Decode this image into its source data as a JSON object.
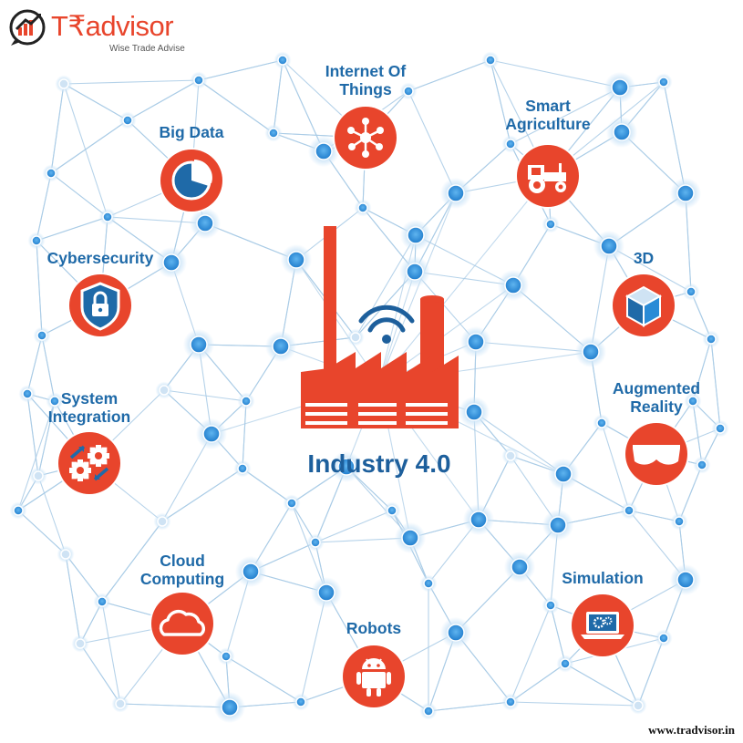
{
  "brand": {
    "name_symbol": "₹",
    "name_rest": "advisor",
    "name_prefix": "T",
    "tagline": "Wise Trade Advise",
    "website": "www.tradvisor.in"
  },
  "center": {
    "title": "Industry 4.0",
    "icon": "factory-with-wifi-icon"
  },
  "topics": [
    {
      "key": "iot",
      "lines": [
        "Internet Of",
        "Things"
      ],
      "icon": "network-hub-icon"
    },
    {
      "key": "big-data",
      "lines": [
        "Big Data"
      ],
      "icon": "pie-chart-icon"
    },
    {
      "key": "smart-agriculture",
      "lines": [
        "Smart",
        "Agriculture"
      ],
      "icon": "tractor-icon"
    },
    {
      "key": "cybersecurity",
      "lines": [
        "Cybersecurity"
      ],
      "icon": "shield-lock-icon"
    },
    {
      "key": "3d",
      "lines": [
        "3D"
      ],
      "icon": "cube-icon"
    },
    {
      "key": "system-integration",
      "lines": [
        "System",
        "Integration"
      ],
      "icon": "gears-arrows-icon"
    },
    {
      "key": "augmented-reality",
      "lines": [
        "Augmented",
        "Reality"
      ],
      "icon": "ar-goggles-icon"
    },
    {
      "key": "cloud-computing",
      "lines": [
        "Cloud",
        "Computing"
      ],
      "icon": "cloud-icon"
    },
    {
      "key": "simulation",
      "lines": [
        "Simulation"
      ],
      "icon": "laptop-gears-icon"
    },
    {
      "key": "robots",
      "lines": [
        "Robots"
      ],
      "icon": "robot-icon"
    }
  ],
  "colors": {
    "accent": "#e8452c",
    "label": "#1f6aa8",
    "node": "#2a8bd6",
    "line": "#a9cbe6"
  }
}
